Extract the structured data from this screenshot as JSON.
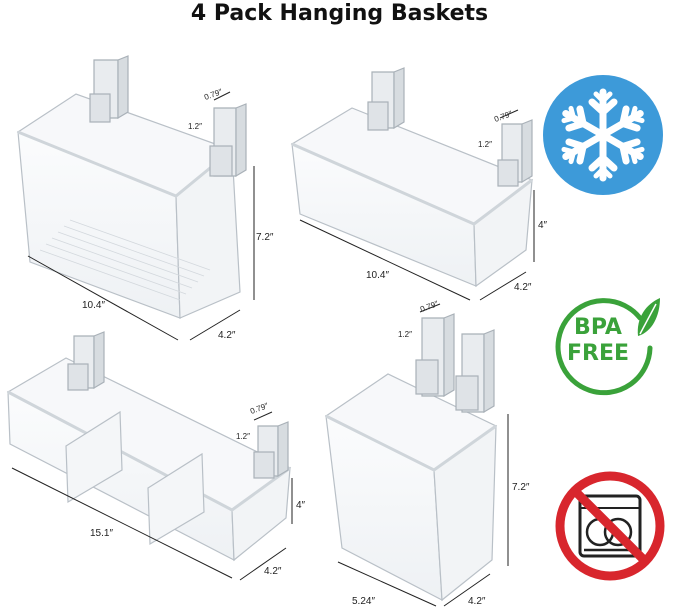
{
  "title": "4 Pack Hanging Baskets",
  "baskets": [
    {
      "name": "tall-wide",
      "width": "10.4″",
      "depth": "4.2″",
      "height": "7.2″",
      "hook_width": "0.79″",
      "hook_drop": "1.2″"
    },
    {
      "name": "short-wide",
      "width": "10.4″",
      "depth": "4.2″",
      "height": "4″",
      "hook_width": "0.79″",
      "hook_drop": "1.2″"
    },
    {
      "name": "divided",
      "width": "15.1″",
      "depth": "4.2″",
      "height": "4″",
      "hook_width": "0.79″",
      "hook_drop": "1.2″"
    },
    {
      "name": "tall-narrow",
      "width": "5.24″",
      "depth": "4.2″",
      "height": "7.2″",
      "hook_width": "0.79″",
      "hook_drop": "1.2″"
    }
  ],
  "badges": {
    "freezer": {
      "icon": "snowflake-icon",
      "color": "#3d9ad9"
    },
    "bpa": {
      "line1": "BPA",
      "line2": "FREE",
      "color": "#3aa23a",
      "icon": "leaf-icon"
    },
    "no_dishwasher": {
      "icon": "no-dishwasher-icon",
      "color": "#d8262d"
    }
  }
}
